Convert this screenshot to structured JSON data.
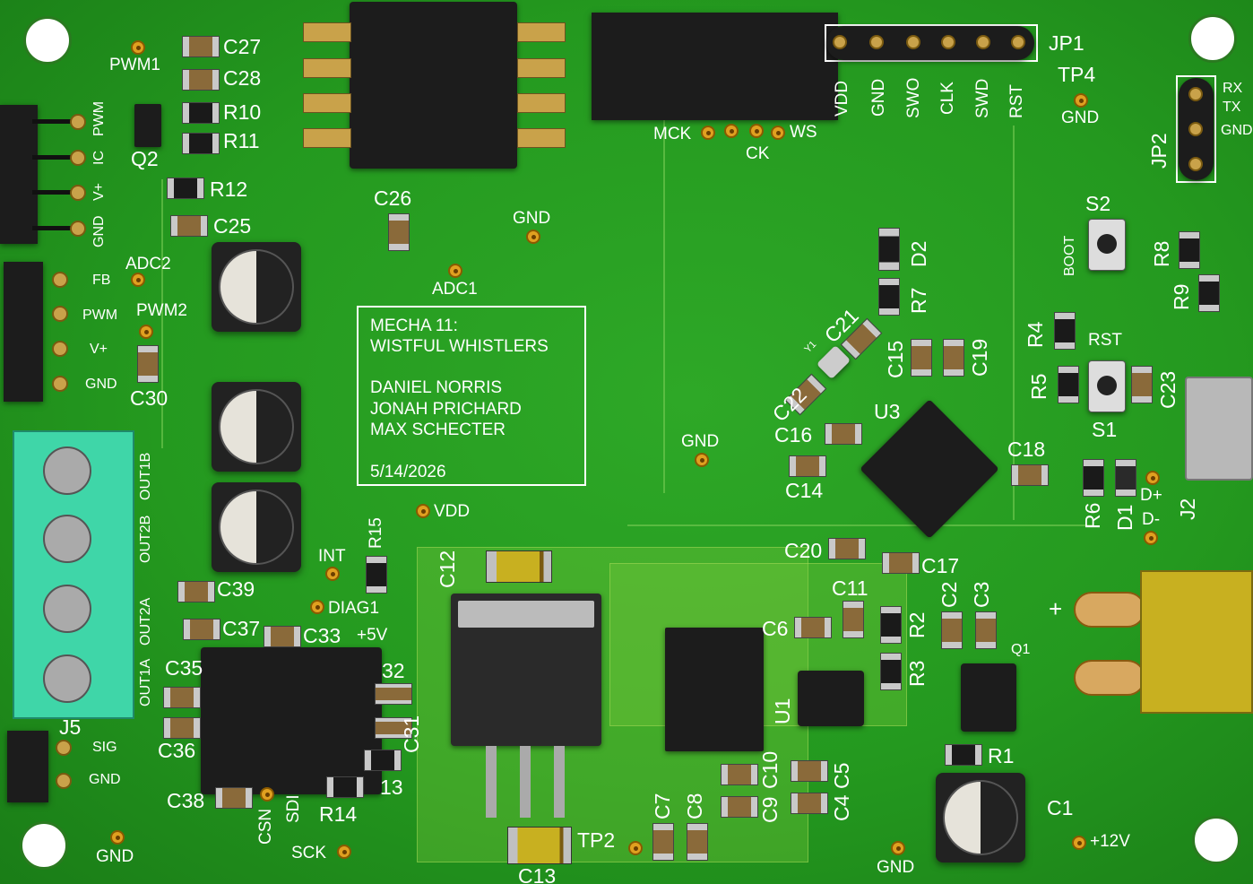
{
  "labels": {
    "pwm1": "PWM1",
    "c27": "C27",
    "c28": "C28",
    "r10": "R10",
    "r11": "R11",
    "q2": "Q2",
    "r12": "R12",
    "c25": "C25",
    "c26": "C26",
    "gnd_top": "GND",
    "adc1": "ADC1",
    "adc2": "ADC2",
    "pwm2": "PWM2",
    "c30": "C30",
    "hdr1_pwm": "PWM",
    "hdr1_ic": "IC",
    "hdr1_vplus": "V+",
    "hdr1_gnd": "GND",
    "hdr2_fb": "FB",
    "hdr2_pwm": "PWM",
    "hdr2_vplus": "V+",
    "hdr2_gnd": "GND",
    "jp1": "JP1",
    "tp4": "TP4",
    "tp4_gnd": "GND",
    "vdd": "VDD",
    "gnd_jp1": "GND",
    "swo": "SWO",
    "clk": "CLK",
    "swd": "SWD",
    "rst_jp1": "RST",
    "mck": "MCK",
    "ck": "CK",
    "ws": "WS",
    "rx": "RX",
    "tx": "TX",
    "gnd_jp2": "GND",
    "jp2": "JP2",
    "s2": "S2",
    "boot": "BOOT",
    "r8": "R8",
    "r9": "R9",
    "d2": "D2",
    "r7": "R7",
    "c21": "C21",
    "y1": "Y1",
    "c22": "C22",
    "c15": "C15",
    "c19": "C19",
    "r4": "R4",
    "rst_btn": "RST",
    "r5": "R5",
    "c23": "C23",
    "s1": "S1",
    "c16": "C16",
    "u3": "U3",
    "c14": "C14",
    "c18": "C18",
    "gnd_mid": "GND",
    "r6": "R6",
    "d1": "D1",
    "dplus": "D+",
    "dminus": "D-",
    "j2": "J2",
    "vdd_tp": "VDD",
    "r15": "R15",
    "int": "INT",
    "diag1": "DIAG1",
    "c12": "C12",
    "c20": "C20",
    "c17": "C17",
    "c39": "C39",
    "c37": "C37",
    "c33": "C33",
    "plus5v": "+5V",
    "c11": "C11",
    "c2": "C2",
    "c3": "C3",
    "c6": "C6",
    "r2": "R2",
    "r3": "R3",
    "q1": "Q1",
    "c35": "C35",
    "c32": "32",
    "c31": "C31",
    "c36": "C36",
    "c13_stub": "13",
    "u1": "U1",
    "c10": "C10",
    "c9": "C9",
    "c5": "C5",
    "c4": "C4",
    "r1": "R1",
    "c1": "C1",
    "c38": "C38",
    "csn": "CSN",
    "sdi": "SDI",
    "r14": "R14",
    "j5": "J5",
    "sig": "SIG",
    "gnd_j5": "GND",
    "gnd_bl": "GND",
    "sck": "SCK",
    "c7": "C7",
    "c8": "C8",
    "tp2": "TP2",
    "c13": "C13",
    "gnd_br": "GND",
    "plus12v": "+12V",
    "plus_sign": "+",
    "out1b": "OUT1B",
    "out2b": "OUT2B",
    "out2a": "OUT2A",
    "out1a": "OUT1A"
  },
  "info_box": {
    "line1": "MECHA 11:",
    "line2": "WISTFUL WHISTLERS",
    "line3": "DANIEL NORRIS",
    "line4": "JONAH PRICHARD",
    "line5": "MAX SCHECTER",
    "line6": "5/14/2026"
  },
  "colors": {
    "board": "#24991f",
    "silkscreen": "#ffffff",
    "pad": "#e0a020",
    "terminal_block": "#3fd6a8",
    "power_jack": "#c8b020"
  }
}
